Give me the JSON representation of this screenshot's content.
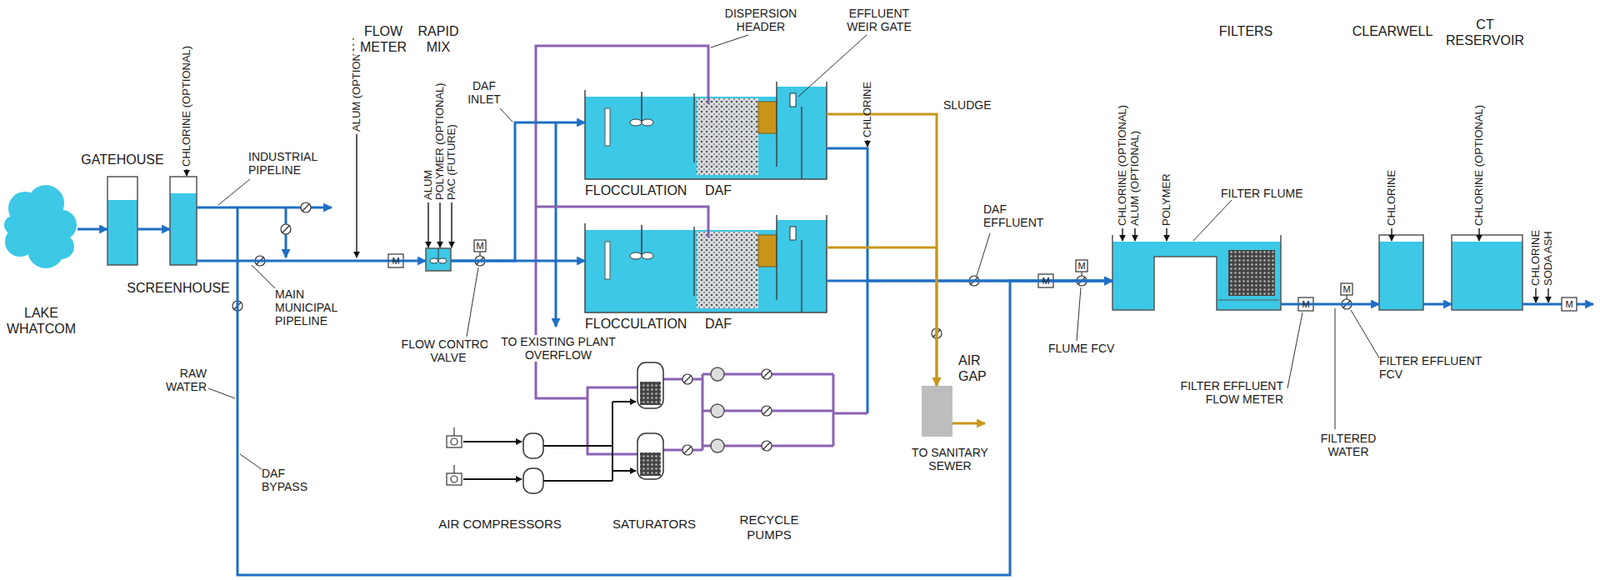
{
  "diagram": {
    "nodes": [
      {
        "text": [
          "LAKE WHATCOM"
        ]
      },
      {
        "text": [
          "GATEHOUSE"
        ]
      },
      {
        "text": [
          "SCREENHOUSE"
        ]
      },
      {
        "text": [
          "RAPID MIX"
        ]
      },
      {
        "text": [
          "FLOCCULATION",
          "DAF"
        ]
      },
      {
        "text": [
          "FLOCCULATION",
          "DAF"
        ]
      },
      {
        "text": [
          "AIR GAP"
        ]
      },
      {
        "text": [
          "FILTERS"
        ]
      },
      {
        "text": [
          "CLEARWELL"
        ]
      },
      {
        "text": [
          "CT RESERVOIR"
        ]
      }
    ],
    "edges": [
      {
        "from": 0,
        "to": 1,
        "arrow": "to"
      },
      {
        "from": 1,
        "to": 2,
        "arrow": "to"
      },
      {
        "from": 2,
        "to": 3,
        "arrow": "to"
      },
      {
        "from": 3,
        "to": 4,
        "arrow": "to"
      },
      {
        "from": 3,
        "to": 5,
        "arrow": "to"
      },
      {
        "from": 4,
        "to": 7,
        "arrow": "to"
      },
      {
        "from": 5,
        "to": 7,
        "arrow": "to"
      },
      {
        "from": 2,
        "to": 7,
        "arrow": "to"
      },
      {
        "from": 4,
        "to": 6,
        "arrow": "to"
      },
      {
        "from": 5,
        "to": 6,
        "arrow": "to"
      },
      {
        "from": 7,
        "to": 8,
        "arrow": "to"
      },
      {
        "from": 8,
        "to": 9,
        "arrow": "to"
      }
    ],
    "labels": [
      "CHLORINE (OPTIONAL)",
      "INDUSTRIAL PIPELINE",
      "ALUM (OPTIONAL)",
      "FLOW METER",
      "ALUM",
      "POLYMER (OPTIONAL)",
      "PAC (FUTURE)",
      "MAIN MUNICIPAL PIPELINE",
      "M",
      "FLOW CONTROL VALVE",
      "M",
      "DAF INLET",
      "DISPERSION HEADER",
      "EFFLUENT WEIR GATE",
      "CHLORINE",
      "SLUDGE",
      "TO EXISTING PLANT OVERFLOW",
      "DAF EFFLUENT",
      "M",
      "M",
      "FLUME FCV",
      "RAW WATER",
      "DAF BYPASS",
      "AIR COMPRESSORS",
      "SATURATORS",
      "RECYCLE PUMPS",
      "TO SANITARY SEWER",
      "CHLORINE (OPTIONAL)",
      "ALUM (OPTIONAL)",
      "POLYMER",
      "FILTER FLUME",
      "FILTER EFFLUENT FLOW METER",
      "M",
      "FILTERED WATER",
      "M",
      "FILTER EFFLUENT FCV",
      "CHLORINE",
      "CHLORINE (OPTIONAL)",
      "CHLORINE",
      "SODA ASH",
      "M"
    ]
  }
}
